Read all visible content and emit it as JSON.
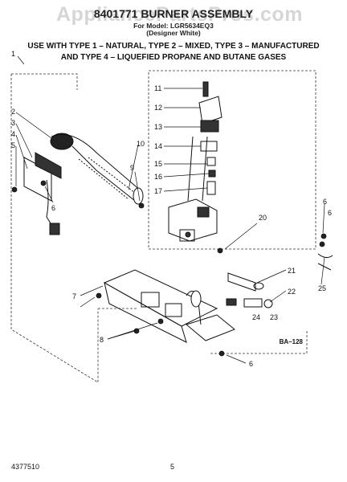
{
  "header": {
    "watermark": "AppliancePartsPros.com",
    "title": "8401771 BURNER ASSEMBLY",
    "subtitle_1": "For Model: LGR5634EQ3",
    "subtitle_2": "(Designer White)",
    "usage_line_1": "USE WITH TYPE 1 – NATURAL, TYPE 2 – MIXED, TYPE 3 – MANUFACTURED",
    "usage_line_2": "AND TYPE 4 – LIQUEFIED PROPANE AND BUTANE GASES"
  },
  "diagram": {
    "callouts": [
      "1",
      "2",
      "3",
      "4",
      "5",
      "6",
      "7",
      "8",
      "9",
      "10",
      "11",
      "12",
      "13",
      "14",
      "15",
      "16",
      "17",
      "20",
      "21",
      "22",
      "23",
      "24",
      "25",
      "6",
      "6",
      "6"
    ],
    "reference_code": "BA–128"
  },
  "footer": {
    "doc_number": "4377510",
    "page_number": "5"
  }
}
